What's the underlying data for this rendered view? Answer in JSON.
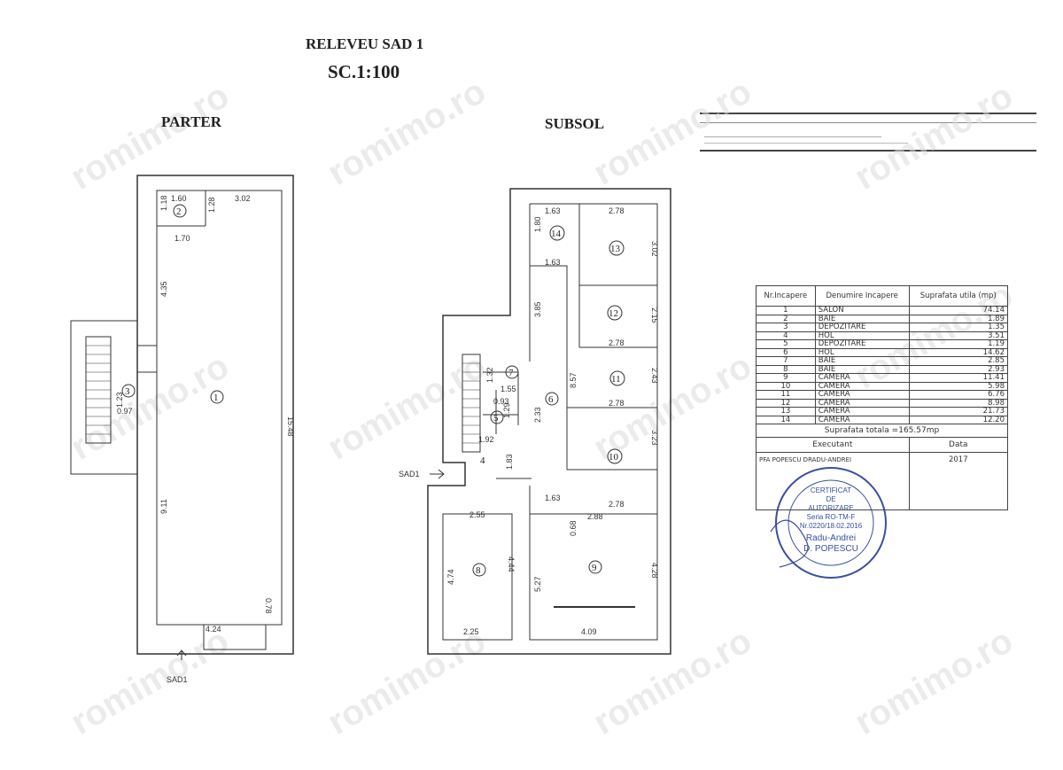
{
  "header": {
    "title": "RELEVEU SAD 1",
    "scale": "SC.1:100"
  },
  "watermark": "romimo.ro",
  "parter": {
    "title": "PARTER",
    "section_label": "SAD1",
    "rooms": [
      "1",
      "2",
      "3"
    ],
    "dims": [
      "1.60",
      "3.02",
      "1.18",
      "1.28",
      "1.70",
      "4.35",
      "15.48",
      "9.11",
      "0.78",
      "4.24",
      "1.23",
      "0.97"
    ]
  },
  "subsol": {
    "title": "SUBSOL",
    "section_label": "SAD1",
    "rooms": [
      "4",
      "5",
      "6",
      "7",
      "8",
      "9",
      "10",
      "11",
      "12",
      "13",
      "14"
    ],
    "dims": [
      "1.63",
      "2.78",
      "1.80",
      "3.02",
      "1.63",
      "3.85",
      "2.15",
      "2.78",
      "8.57",
      "2.43",
      "2.78",
      "1.32",
      "1.55",
      "0.93",
      "1.29",
      "2.33",
      "1.92",
      "1.83",
      "3.23",
      "1.63",
      "2.78",
      "0.68",
      "2.88",
      "2.55",
      "4.74",
      "4.44",
      "5.27",
      "4.28",
      "2.25",
      "4.09"
    ]
  },
  "table": {
    "headers": [
      "Nr.Incapere",
      "Denumire Incapere",
      "Suprafata utila (mp)"
    ],
    "rows": [
      [
        "1",
        "SALON",
        "74.14"
      ],
      [
        "2",
        "BAIE",
        "1.89"
      ],
      [
        "3",
        "DEPOZITARE",
        "1.35"
      ],
      [
        "4",
        "HOL",
        "3.51"
      ],
      [
        "5",
        "DEPOZITARE",
        "1.19"
      ],
      [
        "6",
        "HOL",
        "14.62"
      ],
      [
        "7",
        "BAIE",
        "2.85"
      ],
      [
        "8",
        "BAIE",
        "2.93"
      ],
      [
        "9",
        "CAMERA",
        "11.41"
      ],
      [
        "10",
        "CAMERA",
        "5.98"
      ],
      [
        "11",
        "CAMERA",
        "6.76"
      ],
      [
        "12",
        "CAMERA",
        "8.98"
      ],
      [
        "13",
        "CAMERA",
        "21.73"
      ],
      [
        "14",
        "CAMERA",
        "12.20"
      ]
    ],
    "total": "Suprafata totala =165.57mp",
    "executant_label": "Executant",
    "data_label": "Data",
    "executant": "PFA POPESCU DRADU-ANDREI",
    "year": "2017"
  },
  "stamp": {
    "line1": "CERTIFICAT",
    "line2": "DE",
    "line3": "AUTORIZARE",
    "line4": "Seria RO-TM-F",
    "line5": "Nr.0220/18.02.2016",
    "line6": "Radu-Andrei",
    "line7": "D. POPESCU"
  }
}
